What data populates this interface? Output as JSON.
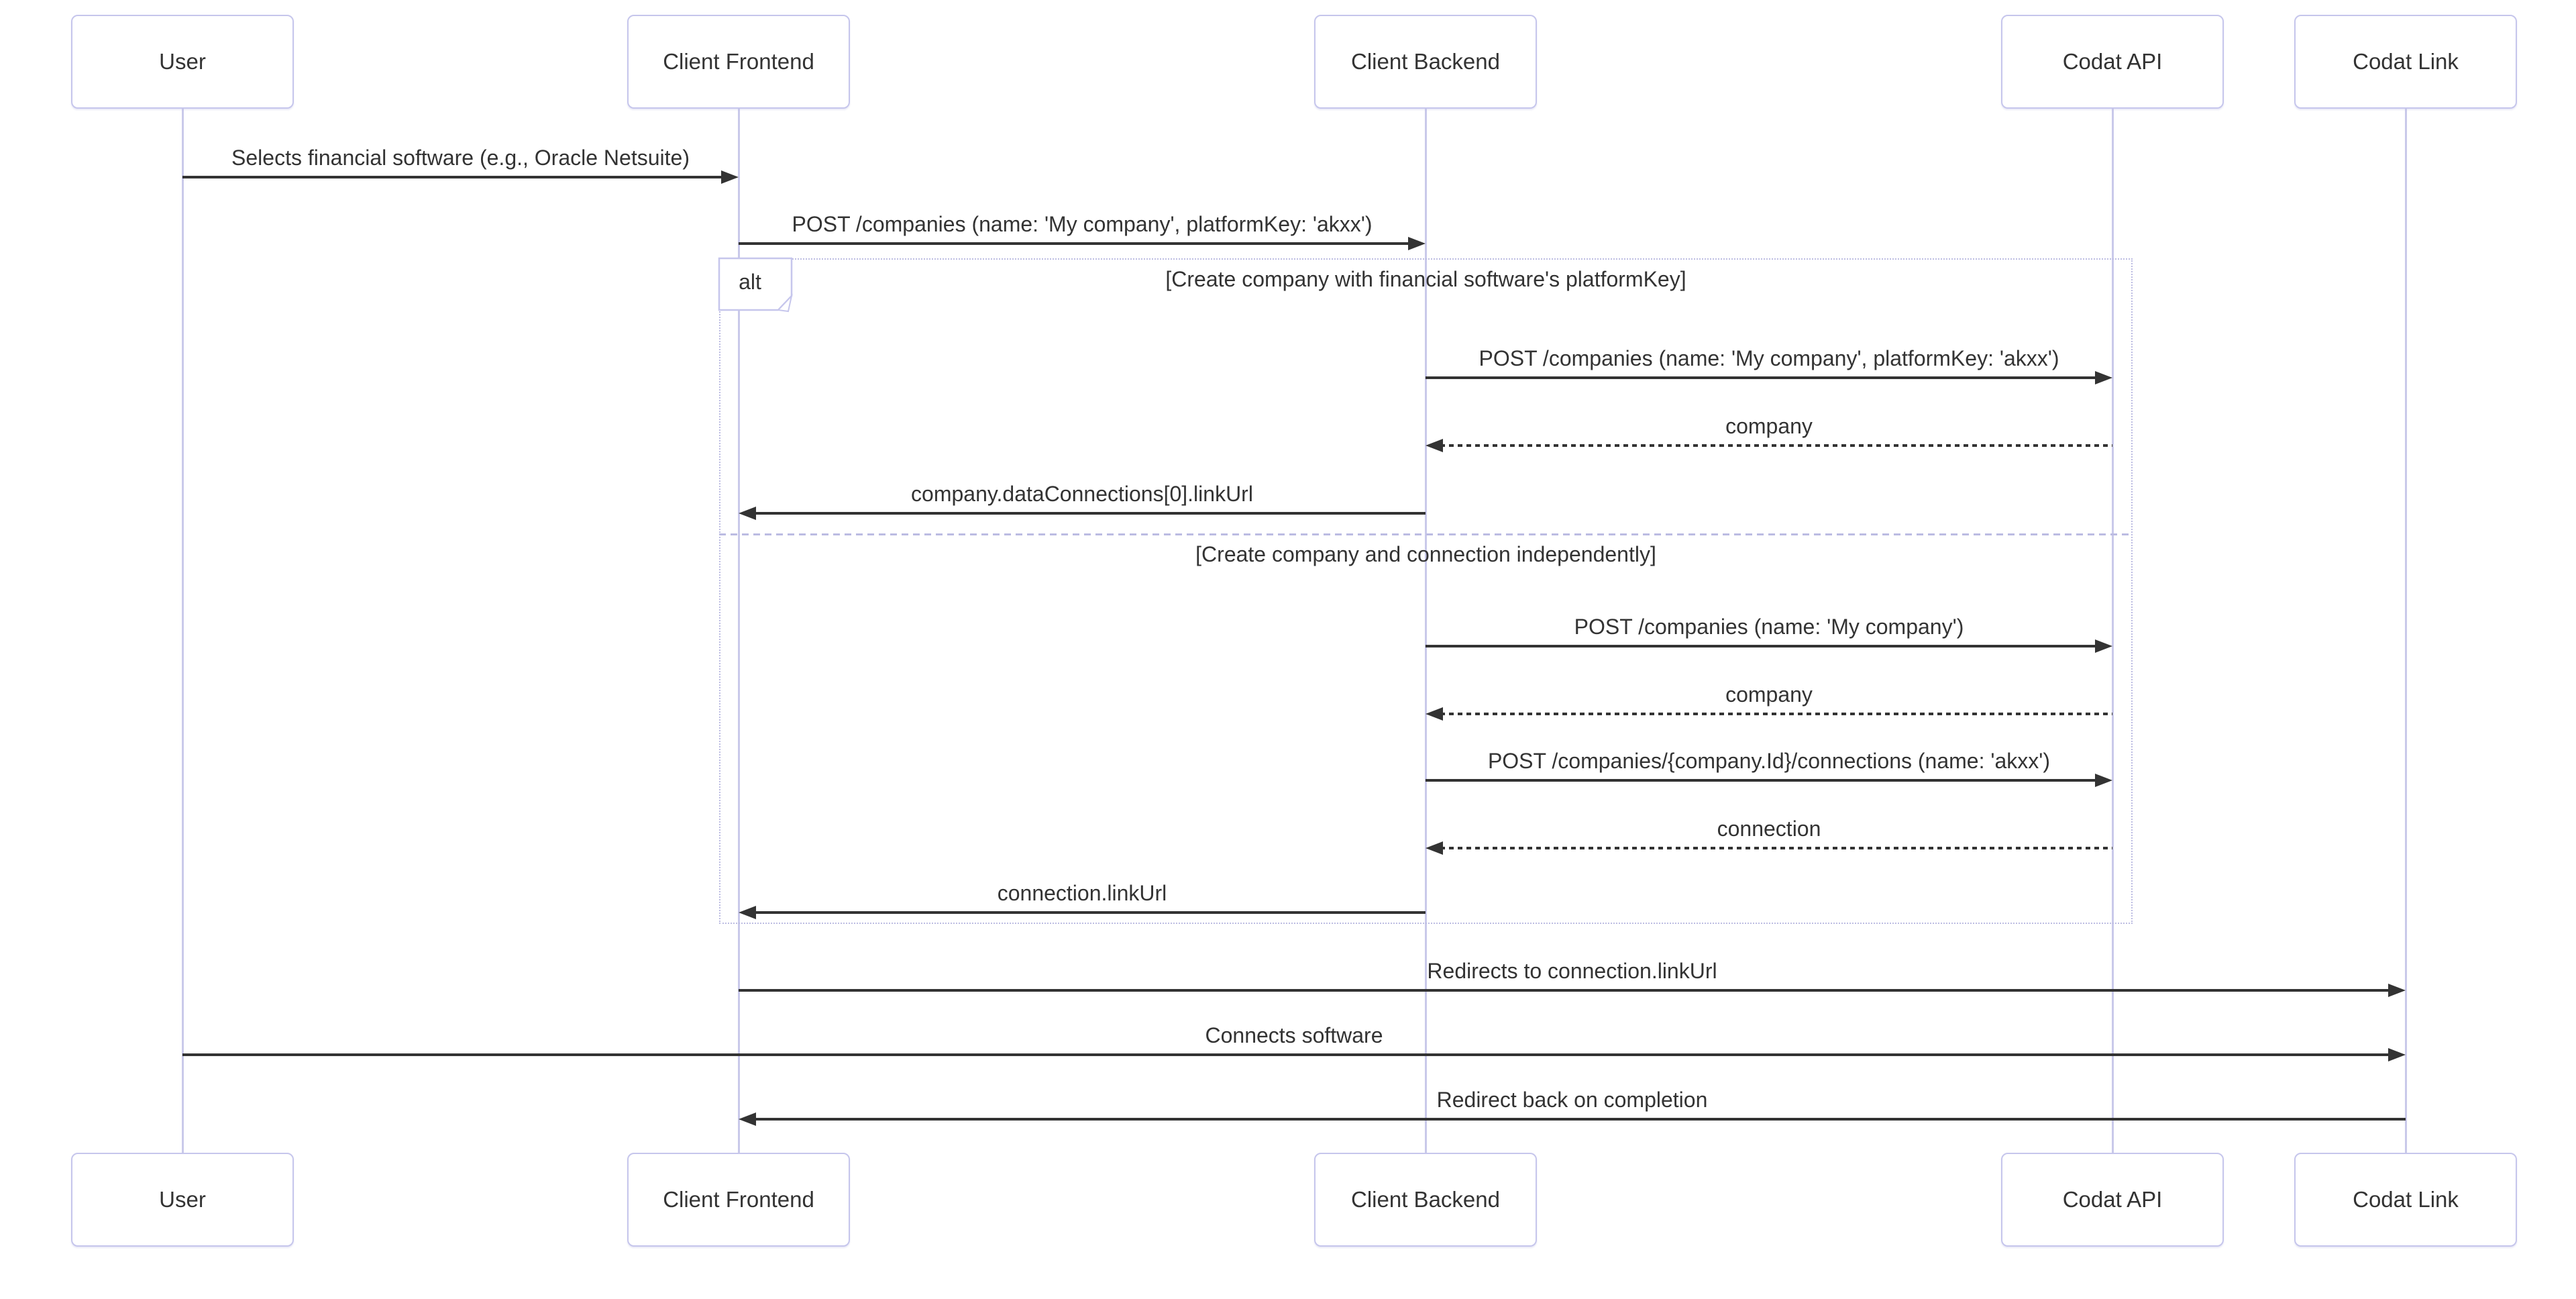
{
  "diagram": {
    "type": "sequence-diagram",
    "actors": [
      {
        "id": "user",
        "label": "User"
      },
      {
        "id": "client-frontend",
        "label": "Client Frontend"
      },
      {
        "id": "client-backend",
        "label": "Client Backend"
      },
      {
        "id": "codat-api",
        "label": "Codat API"
      },
      {
        "id": "codat-link",
        "label": "Codat Link"
      }
    ],
    "messages": [
      {
        "from": "user",
        "to": "client-frontend",
        "label": "Selects financial software (e.g., Oracle Netsuite)",
        "line": "solid"
      },
      {
        "from": "client-frontend",
        "to": "client-backend",
        "label": "POST /companies (name: 'My company', platformKey: 'akxx')",
        "line": "solid"
      },
      {
        "from": "client-backend",
        "to": "codat-api",
        "label": "POST /companies (name: 'My company', platformKey: 'akxx')",
        "line": "solid",
        "section": 0
      },
      {
        "from": "codat-api",
        "to": "client-backend",
        "label": "company",
        "line": "dashed",
        "section": 0
      },
      {
        "from": "client-backend",
        "to": "client-frontend",
        "label": "company.dataConnections[0].linkUrl",
        "line": "solid",
        "section": 0
      },
      {
        "from": "client-backend",
        "to": "codat-api",
        "label": "POST /companies (name: 'My company')",
        "line": "solid",
        "section": 1
      },
      {
        "from": "codat-api",
        "to": "client-backend",
        "label": "company",
        "line": "dashed",
        "section": 1
      },
      {
        "from": "client-backend",
        "to": "codat-api",
        "label": "POST /companies/{company.Id}/connections (name: 'akxx')",
        "line": "solid",
        "section": 1
      },
      {
        "from": "codat-api",
        "to": "client-backend",
        "label": "connection",
        "line": "dashed",
        "section": 1
      },
      {
        "from": "client-backend",
        "to": "client-frontend",
        "label": "connection.linkUrl",
        "line": "solid",
        "section": 1
      },
      {
        "from": "client-frontend",
        "to": "codat-link",
        "label": "Redirects to connection.linkUrl",
        "line": "solid"
      },
      {
        "from": "user",
        "to": "codat-link",
        "label": "Connects software",
        "line": "solid"
      },
      {
        "from": "codat-link",
        "to": "client-frontend",
        "label": "Redirect back on completion",
        "line": "solid"
      }
    ],
    "alt_block": {
      "operator": "alt",
      "sections": [
        {
          "condition": "[Create company with financial software's platformKey]"
        },
        {
          "condition": "[Create company and connection independently]"
        }
      ]
    },
    "colors": {
      "actor_fill": "#FFFFFF",
      "actor_border": "#C6C6EC",
      "lifeline": "#C9C9EA",
      "frame_border": "#BCBCE2",
      "signal": "#333333",
      "text": "#333333"
    }
  }
}
